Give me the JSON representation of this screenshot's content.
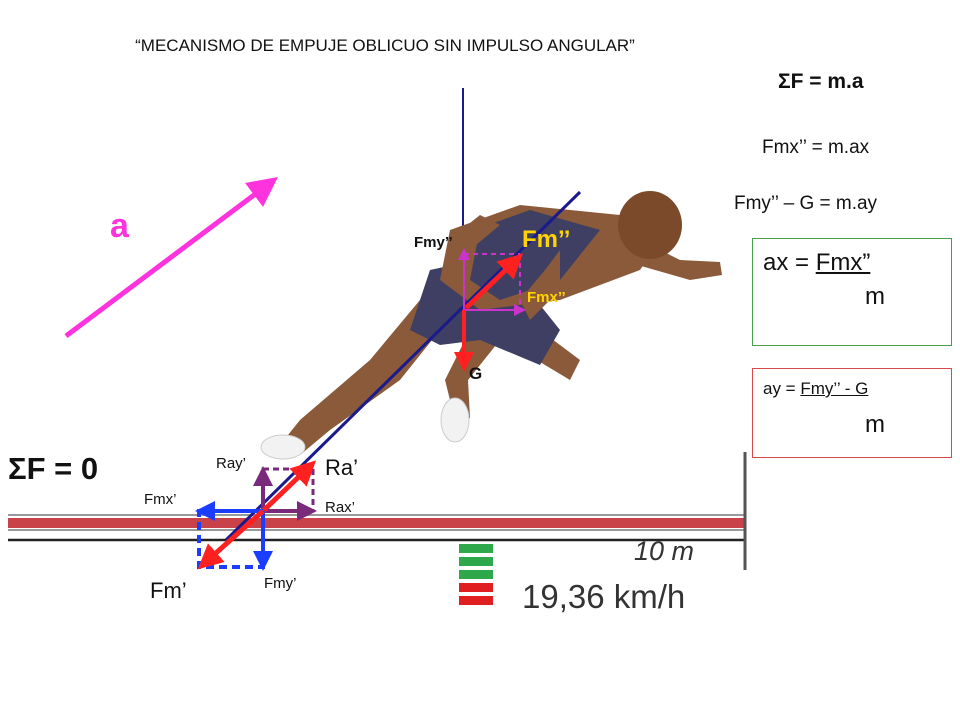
{
  "header": {
    "title": "“MECANISMO DE EMPUJE OBLICUO SIN IMPULSO ANGULAR”"
  },
  "equations": {
    "newton": "ΣF = m.a",
    "x_component": "Fmx’’ = m.ax",
    "y_component": "Fmy’’ – G  = m.ay",
    "ax_label": "ax = ",
    "ax_numerator": "Fmx”",
    "ax_denominator": "m",
    "ay_label": "ay = ",
    "ay_numerator": "Fmy’’ - G",
    "ay_denominator": "m",
    "equilibrium": "ΣF = 0"
  },
  "labels": {
    "acceleration": "a",
    "force_muscle_upper": "Fm’’",
    "force_muscle_upper_y": "Fmy’’",
    "force_muscle_upper_x": "Fmx’’",
    "gravity": "G",
    "reaction": "Ra’",
    "reaction_y": "Ray’",
    "reaction_x": "Rax’",
    "force_muscle_lower": "Fm’",
    "force_muscle_lower_x": "Fmx’",
    "force_muscle_lower_y": "Fmy’"
  },
  "track_info": {
    "distance": "10 m",
    "speed": "19,36 km/h"
  },
  "colors": {
    "acceleration_arrow": "#ff33dd",
    "force_arrow": "#ff0000",
    "force_x_arrow": "#ff2020",
    "component_dashed": "#cc33cc",
    "gravity_arrow": "#ff2020",
    "reaction_dashed": "#7a2a7a",
    "lower_dashed": "#1a3dff",
    "axis_line": "#1a1a8c",
    "track_red": "#c9424a",
    "box1_border": "#4a9d4a",
    "box2_border": "#d9484a",
    "fm_label": "#ffd400"
  },
  "icons": {
    "runner": "sprinter-figure",
    "speed_bars": "green-red-bars"
  }
}
